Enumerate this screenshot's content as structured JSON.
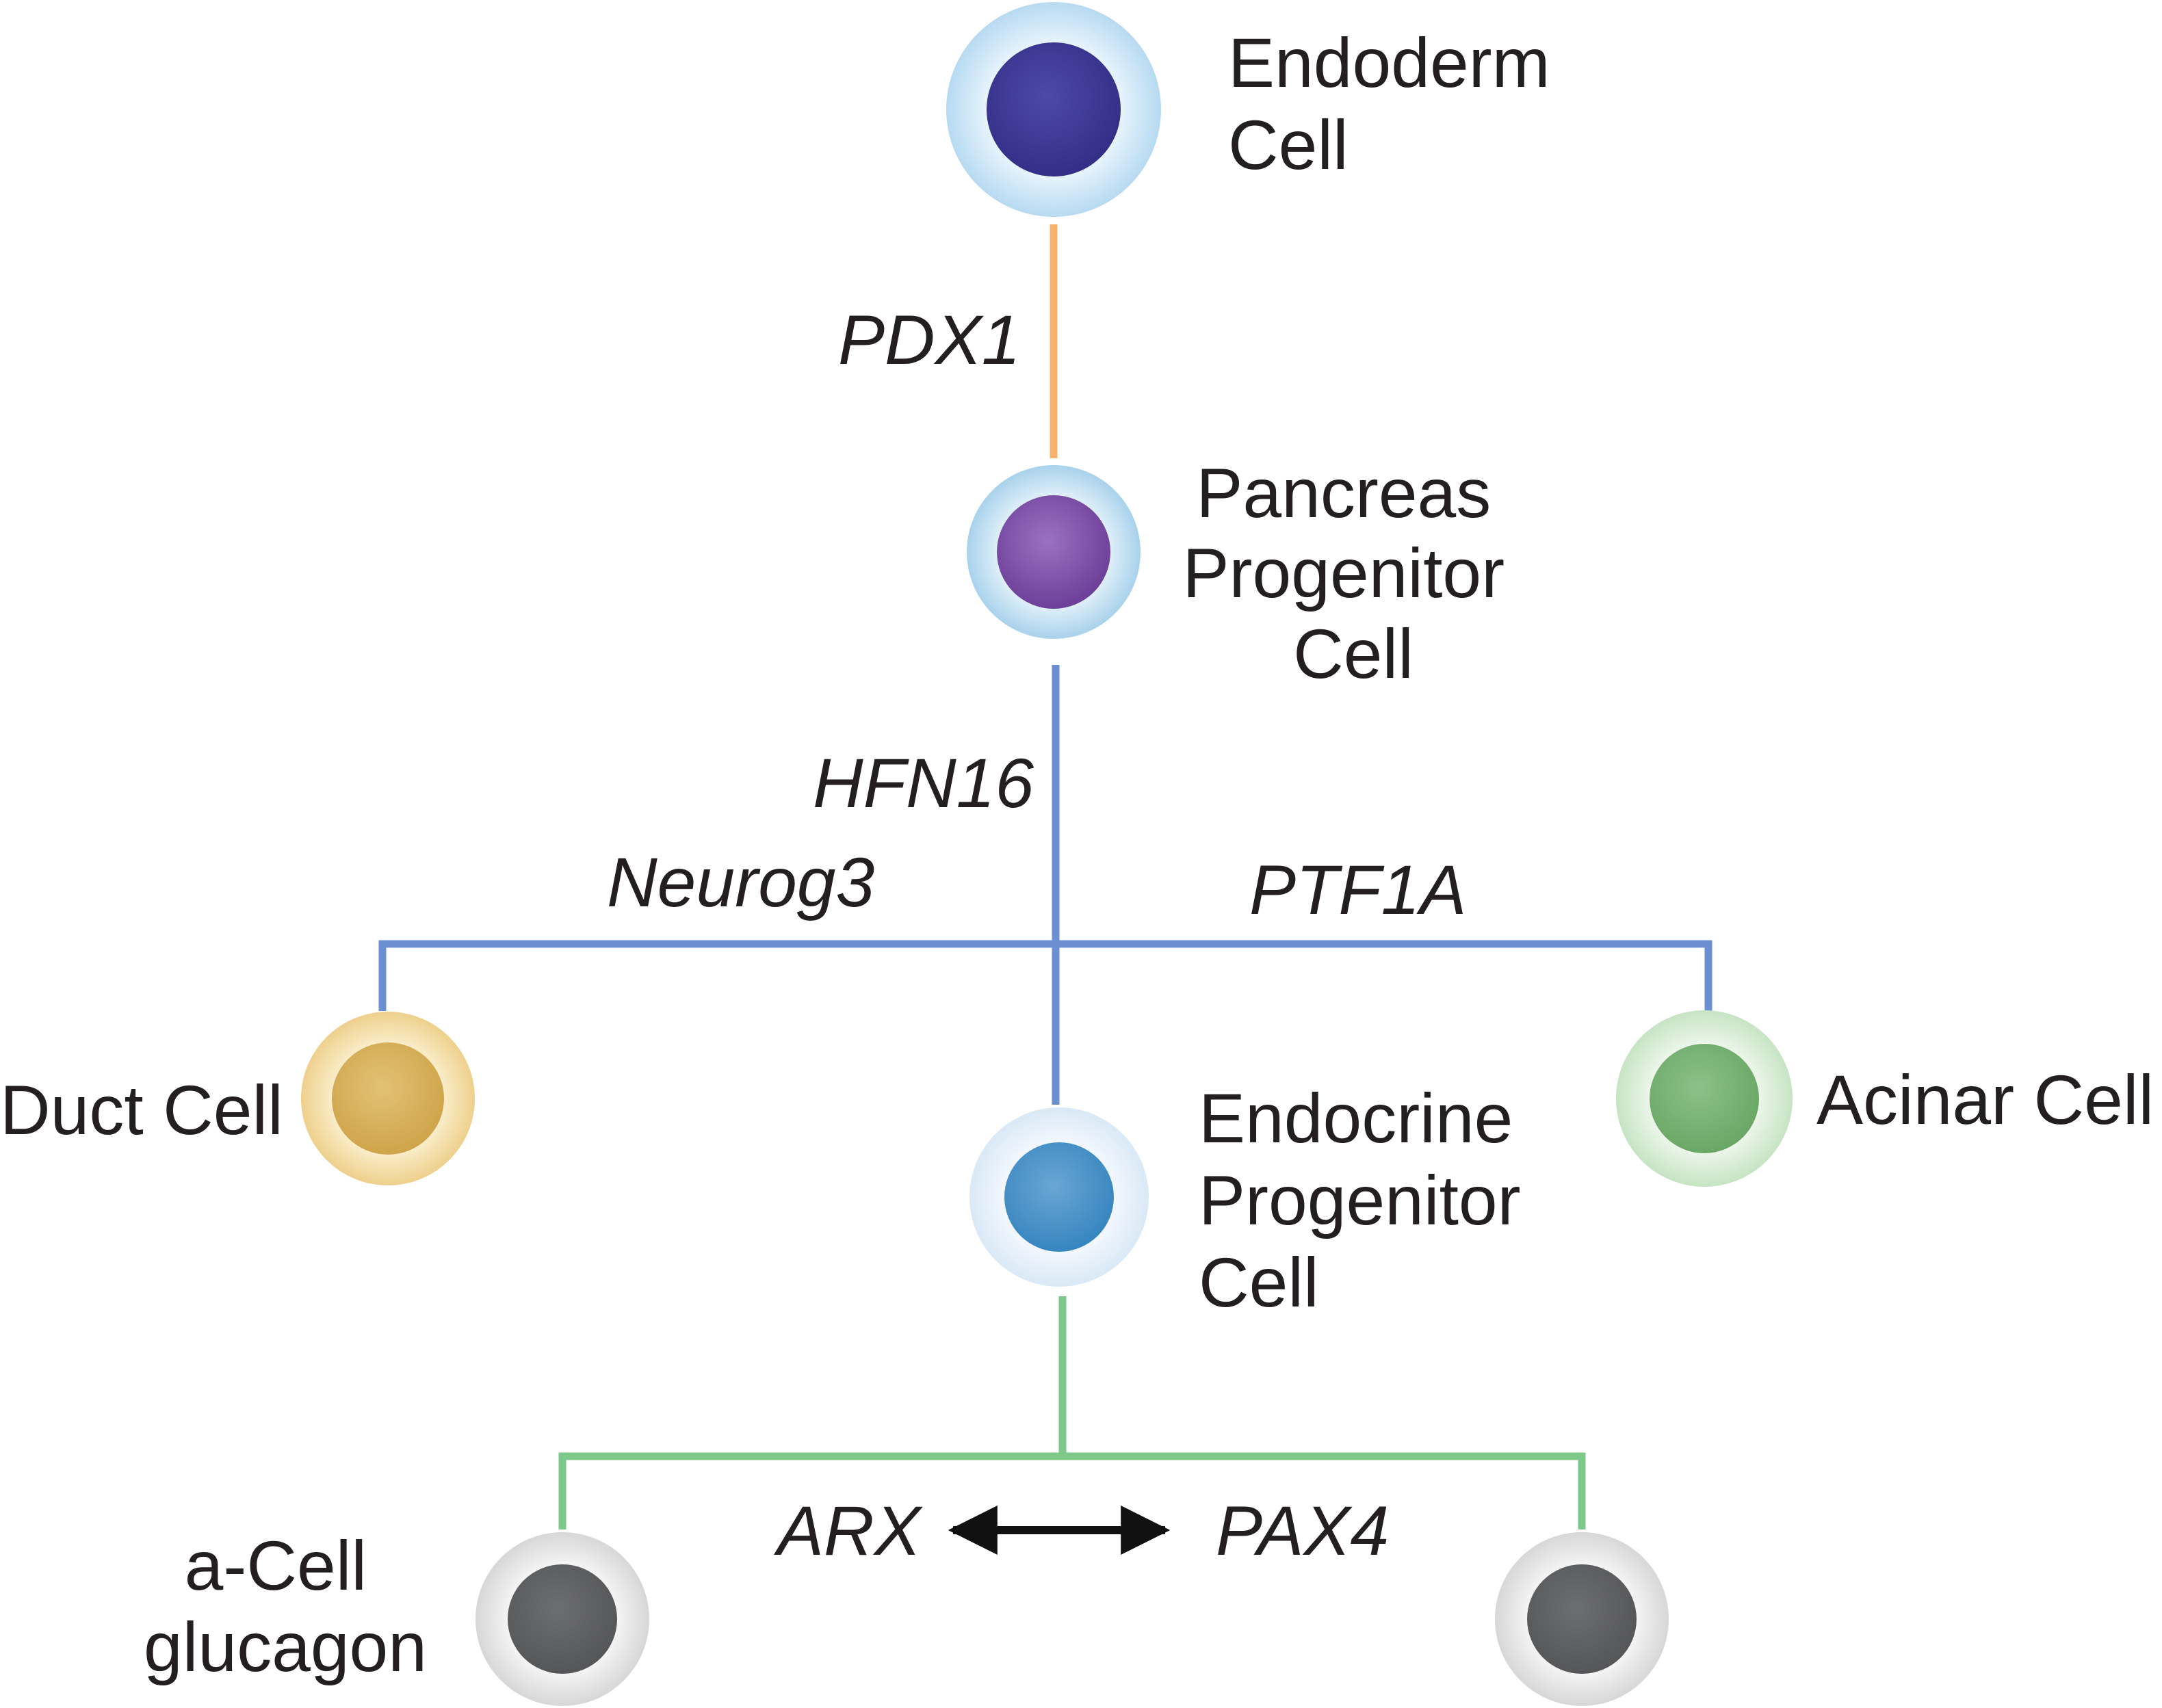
{
  "cells": {
    "endoderm": {
      "label_lines": [
        "Endoderm",
        "Cell"
      ],
      "nucleus_color": "#3d3a96",
      "membrane_color": "#c6e2f4"
    },
    "pancreas_progenitor": {
      "label_lines": [
        "Pancreas",
        "Progenitor",
        "Cell"
      ],
      "nucleus_color": "#7b4fa6",
      "membrane_color": "#bcdcef"
    },
    "duct": {
      "label": "Duct Cell",
      "nucleus_color": "#d9b25c",
      "membrane_color": "#f4dfa8"
    },
    "acinar": {
      "label": "Acinar Cell",
      "nucleus_color": "#7cb478",
      "membrane_color": "#d3ead1"
    },
    "endocrine_progenitor": {
      "label_lines": [
        "Endocrine",
        "Progenitor",
        "Cell"
      ],
      "nucleus_color": "#4a93c8",
      "membrane_color": "#e3eff9"
    },
    "alpha": {
      "label_lines": [
        "a-Cell",
        "glucagon"
      ],
      "nucleus_color": "#5e5f61",
      "membrane_color": "#e6e6e6"
    },
    "beta": {
      "nucleus_color": "#5e5f61",
      "membrane_color": "#e6e6e6"
    }
  },
  "genes": {
    "pdx1": "PDX1",
    "hfn16": "HFN16",
    "neurog3": "Neurog3",
    "ptf1a": "PTF1A",
    "arx": "ARX",
    "pax4": "PAX4"
  },
  "colors": {
    "pdx1_line": "#f7b36b",
    "progenitor_lines": "#6b8fd0",
    "endocrine_lines": "#7ec98a",
    "arrow": "#111111",
    "text": "#231f20"
  }
}
